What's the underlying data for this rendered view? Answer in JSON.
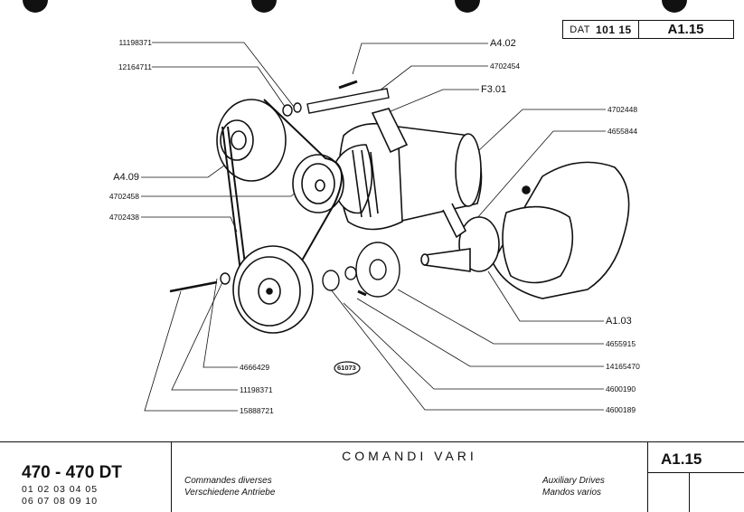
{
  "header": {
    "dat_prefix": "DAT",
    "dat_number": "101 15",
    "code": "A1.15"
  },
  "labels": {
    "l11198371_top": "11198371",
    "l12164711": "12164711",
    "a402": "A4.02",
    "l4702454": "4702454",
    "f301": "F3.01",
    "l4702448": "4702448",
    "l4655844": "4655844",
    "a409": "A4.09",
    "l4702458": "4702458",
    "l4702438": "4702438",
    "a103": "A1.03",
    "l4655915": "4655915",
    "l14165470": "14165470",
    "l4600190": "4600190",
    "l4600189": "4600189",
    "l4666429": "4666429",
    "l11198371_bot": "11198371",
    "l15888721": "15888721",
    "stamp": "61073"
  },
  "footer": {
    "model": "470 - 470 DT",
    "variants_row1": "01  02  03  04  05",
    "variants_row2": "06  07  08  09  10",
    "title": "COMANDI VARI",
    "fr": "Commandes diverses",
    "de": "Verschiedene Antriebe",
    "en": "Auxiliary  Drives",
    "es": "Mandos varios",
    "code": "A1.15"
  }
}
